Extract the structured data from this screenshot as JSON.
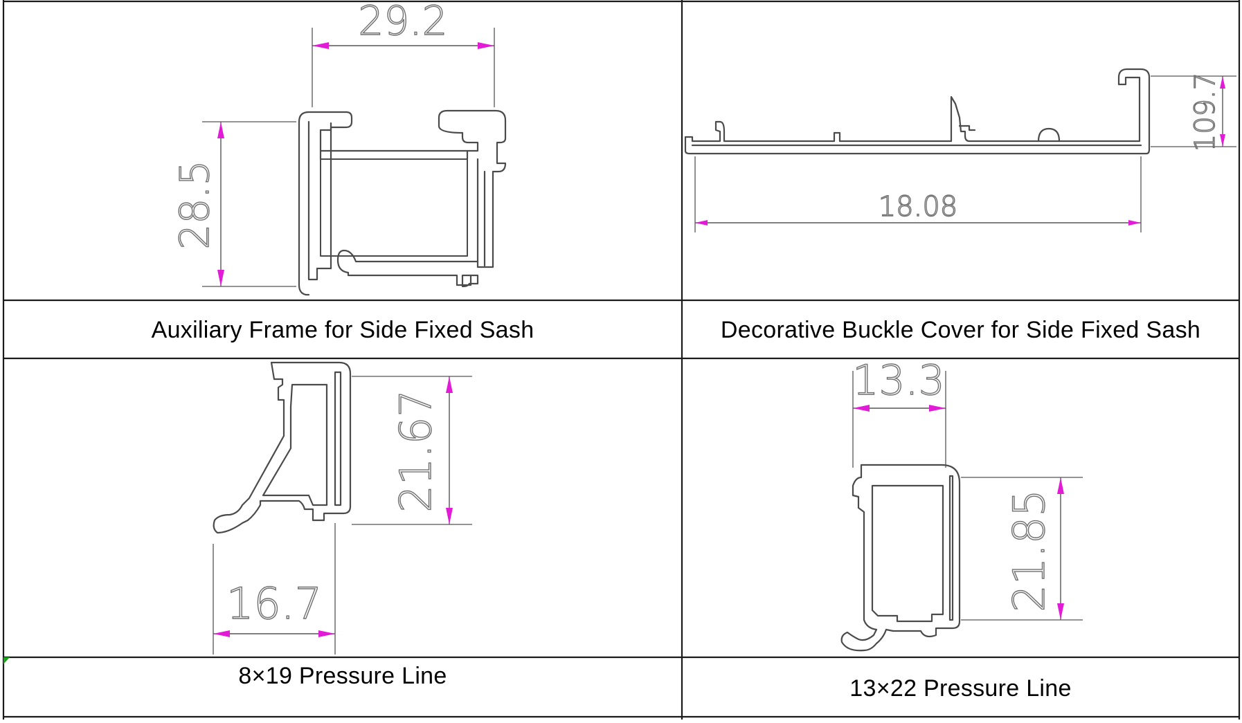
{
  "cells": [
    {
      "caption": "Auxiliary Frame for Side Fixed Sash",
      "dimensions": [
        "29.2",
        "28.5"
      ],
      "profile_icon": "auxiliary-frame-profile"
    },
    {
      "caption": "Decorative Buckle Cover for Side Fixed Sash",
      "dimensions": [
        "18.08",
        "109.7"
      ],
      "profile_icon": "buckle-cover-profile"
    },
    {
      "caption": "8×19 Pressure Line",
      "dimensions": [
        "21.67",
        "16.7"
      ],
      "profile_icon": "pressure-line-8x19-profile"
    },
    {
      "caption": "13×22 Pressure Line",
      "dimensions": [
        "13.3",
        "21.85"
      ],
      "profile_icon": "pressure-line-13x22-profile"
    }
  ],
  "colors": {
    "grid": "#1a1a1a",
    "arrow": "#e21bd6",
    "outline": "#4a4a4a"
  }
}
